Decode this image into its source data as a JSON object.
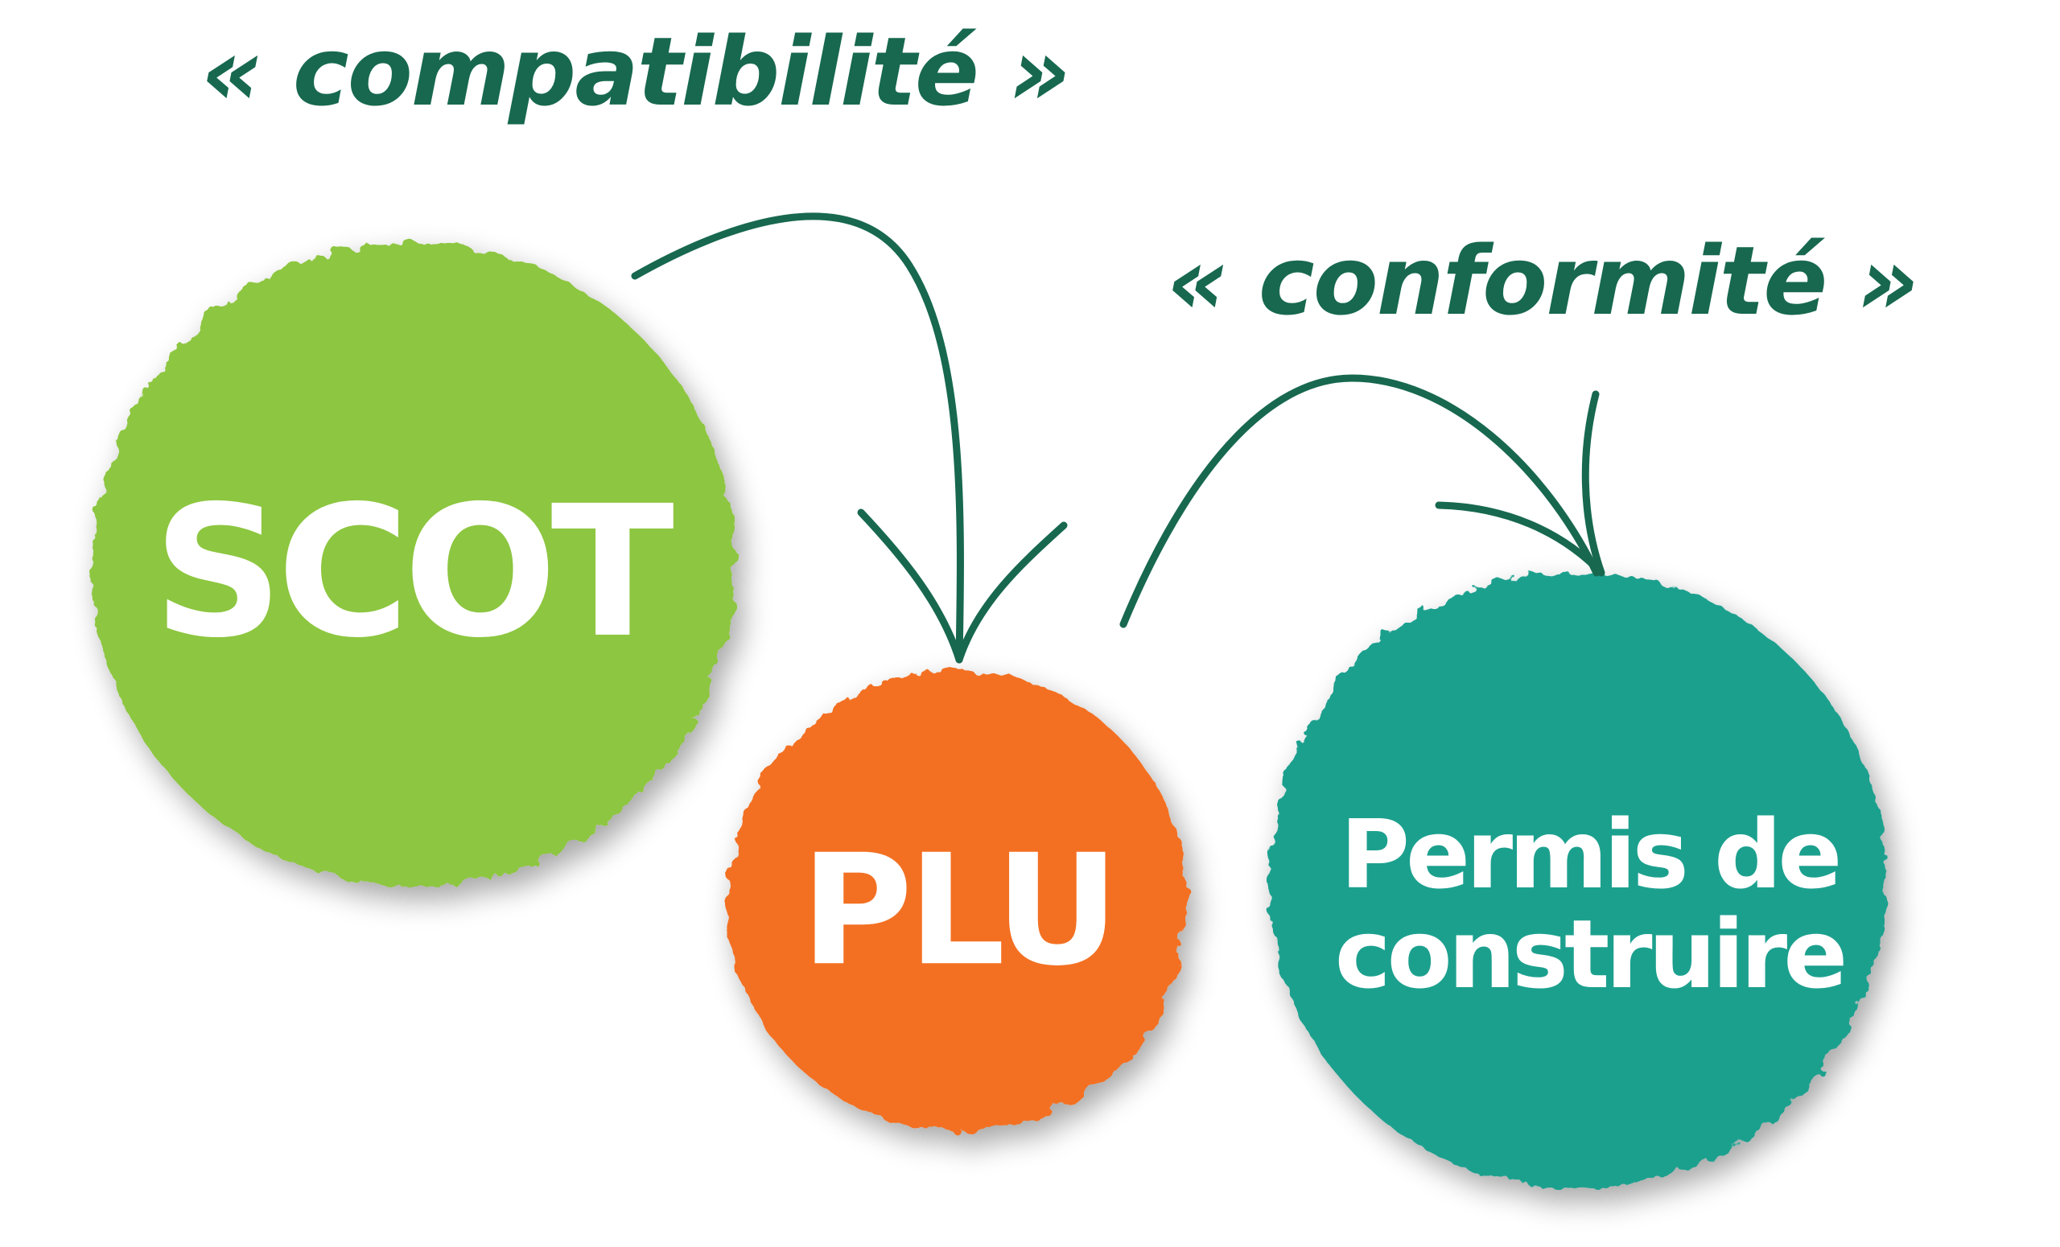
{
  "labels": {
    "compatibility": "« compatibilité »",
    "conformity": "« conformité »"
  },
  "nodes": [
    {
      "name": "SCOT",
      "color": "#8dc63f"
    },
    {
      "name": "PLU",
      "color": "#f37021"
    },
    {
      "name_line1": "Permis de",
      "name_line2": "construire",
      "color": "#1fa08e"
    }
  ],
  "colors": {
    "text": "#17684f",
    "arrow": "#17684f"
  }
}
